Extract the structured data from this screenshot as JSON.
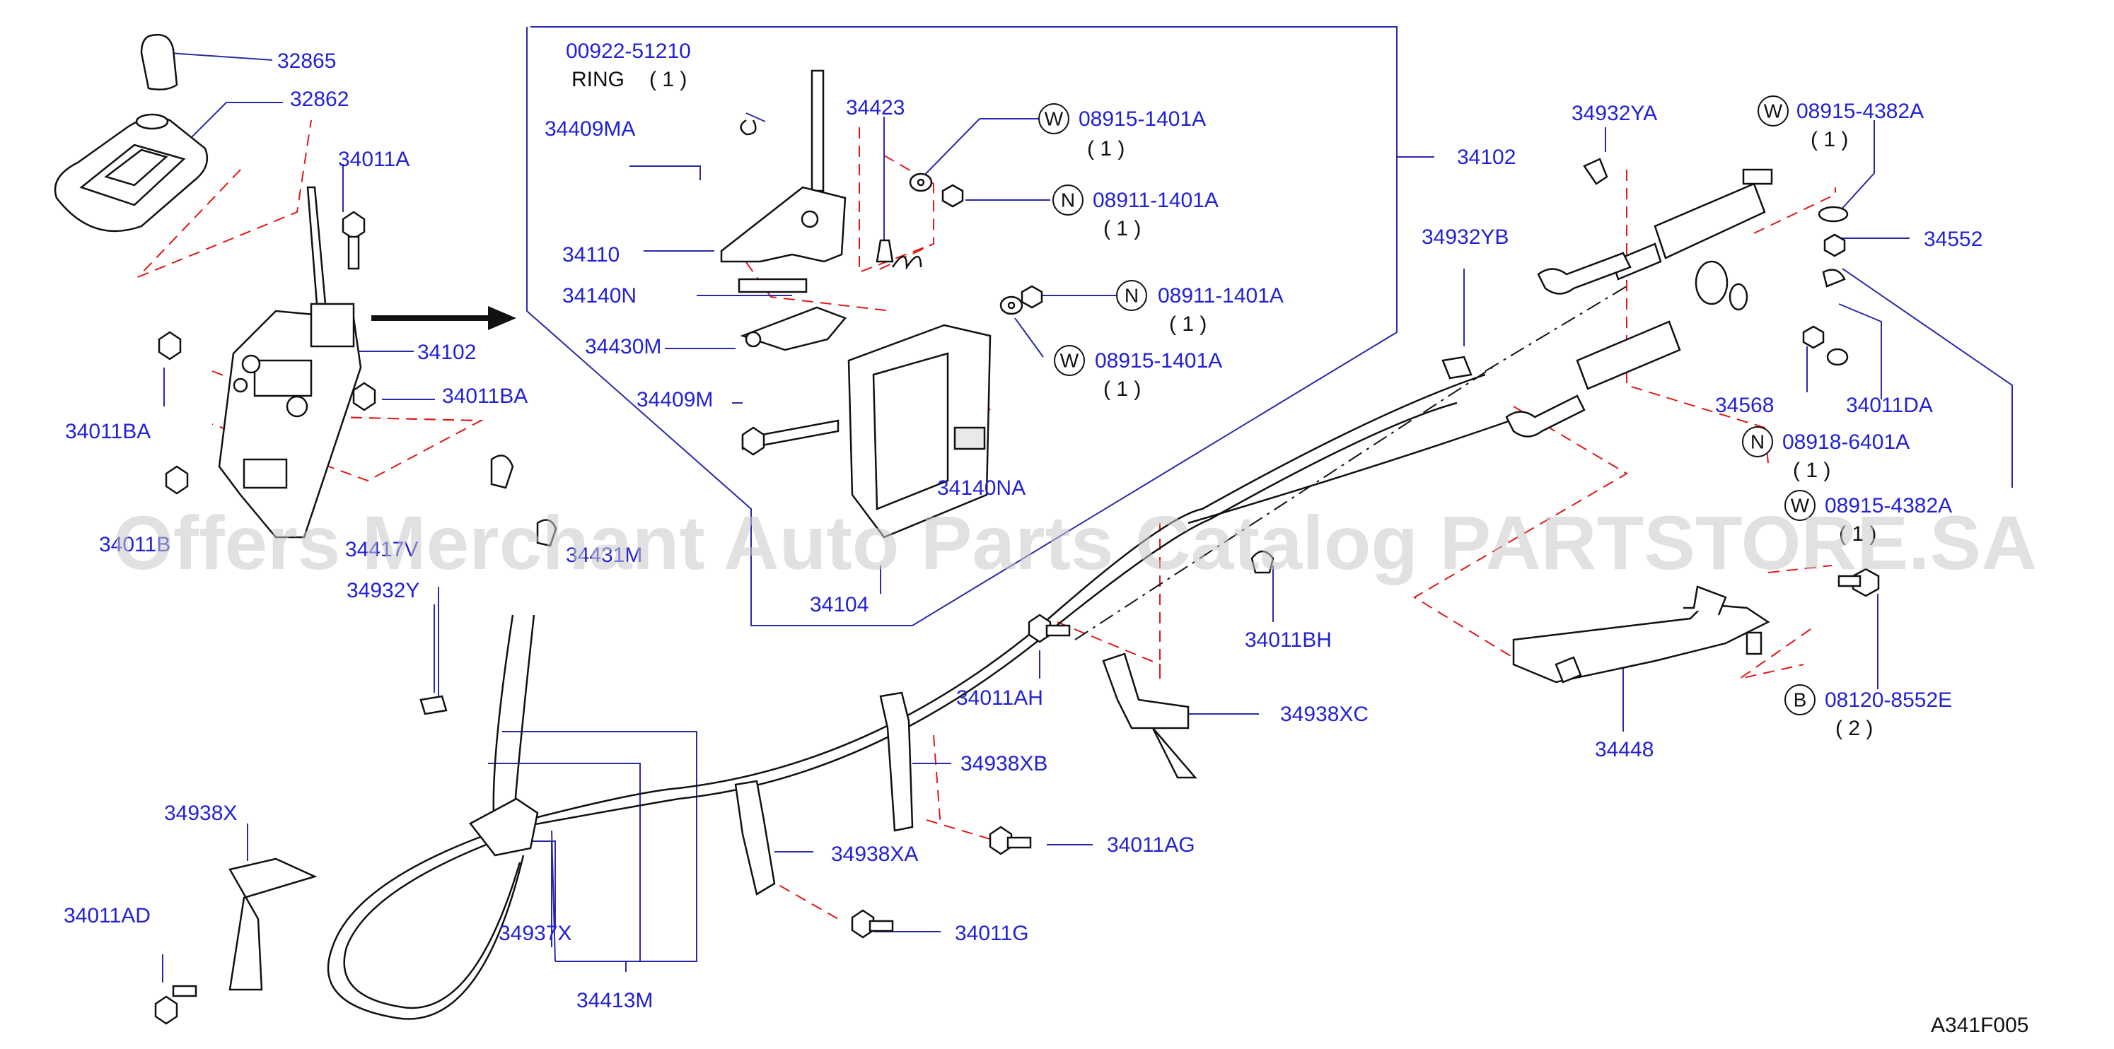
{
  "diagram": {
    "ref_code": "A341F005",
    "watermark": "Offers Merchant Auto Parts Catalog PARTSTORE.SA",
    "labels": {
      "p32865": "32865",
      "p32862": "32862",
      "p34011A": "34011A",
      "p34102_left": "34102",
      "p34011BA_right": "34011BA",
      "p34011BA_left": "34011BA",
      "p34011B": "34011B",
      "p34417": "34417V",
      "p34431": "34431M",
      "p34932Y": "34932Y",
      "p00922": "00922-51210",
      "ring": "RING",
      "ring_qty": "( 1 )",
      "p34409MA": "34409MA",
      "p34423": "34423",
      "p34110": "34110",
      "p34140N": "34140N",
      "p34430M": "34430M",
      "p34409M": "34409M",
      "p34140NA": "34140NA",
      "p34104": "34104",
      "p08915_1401A_a": "08915-1401A",
      "qty_a": "( 1 )",
      "p08911_1401A_a": "08911-1401A",
      "qty_b": "( 1 )",
      "p08911_1401A_b": "08911-1401A",
      "qty_c": "( 1 )",
      "p08915_1401A_b": "08915-1401A",
      "qty_d": "( 1 )",
      "p34102_box": "34102",
      "p34932YA": "34932YA",
      "p34932YB": "34932YB",
      "p08915_4382A_a": "08915-4382A",
      "qty_e": "( 1 )",
      "p34552": "34552",
      "p34568": "34568",
      "p34011DA": "34011DA",
      "p08918": "08918-6401A",
      "qty_f": "( 1 )",
      "p08915_4382A_b": "08915-4382A",
      "qty_g": "( 1 )",
      "p34011BH": "34011BH",
      "p34011AH": "34011AH",
      "p34938XC": "34938XC",
      "p34938XB": "34938XB",
      "p34938XA": "34938XA",
      "p34011AG": "34011AG",
      "p34938X": "34938X",
      "p34011AD": "34011AD",
      "p34937X": "34937X",
      "p34413M": "34413M",
      "p34011G": "34011G",
      "p34448": "34448",
      "p08120": "08120-8552E",
      "qty_h": "( 2 )"
    },
    "symbols": {
      "W": "W",
      "N": "N",
      "B": "B"
    },
    "colors": {
      "label": "#2121d6",
      "leader": "#2a2aa8",
      "dashed_reference": "#e01818",
      "line_art": "#111111"
    }
  }
}
